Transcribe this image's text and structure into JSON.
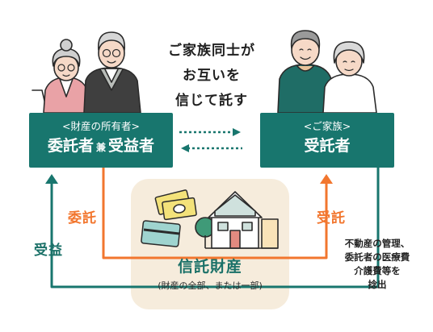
{
  "center_message": {
    "line1": "ご家族同士が",
    "line2": "お互いを",
    "line3": "信じて託す"
  },
  "settlor_box": {
    "subtitle": "<財産の所有者>",
    "title_left": "委託者",
    "title_mid": "兼",
    "title_right": "受益者"
  },
  "trustee_box": {
    "subtitle": "<ご家族>",
    "title": "受託者"
  },
  "labels": {
    "entrust_left": "委託",
    "benefit": "受益",
    "entrust_right": "受託"
  },
  "trust_property": {
    "title": "信託財産",
    "note": "(財産の全部、または一部)"
  },
  "trustee_duties": {
    "line1": "不動産の管理、",
    "line2": "委託者の医療費",
    "line3": "介護費等を",
    "line4": "捻出"
  },
  "colors": {
    "teal": "#18766e",
    "orange": "#f2762e",
    "property_bg": "#f6ecdc"
  }
}
